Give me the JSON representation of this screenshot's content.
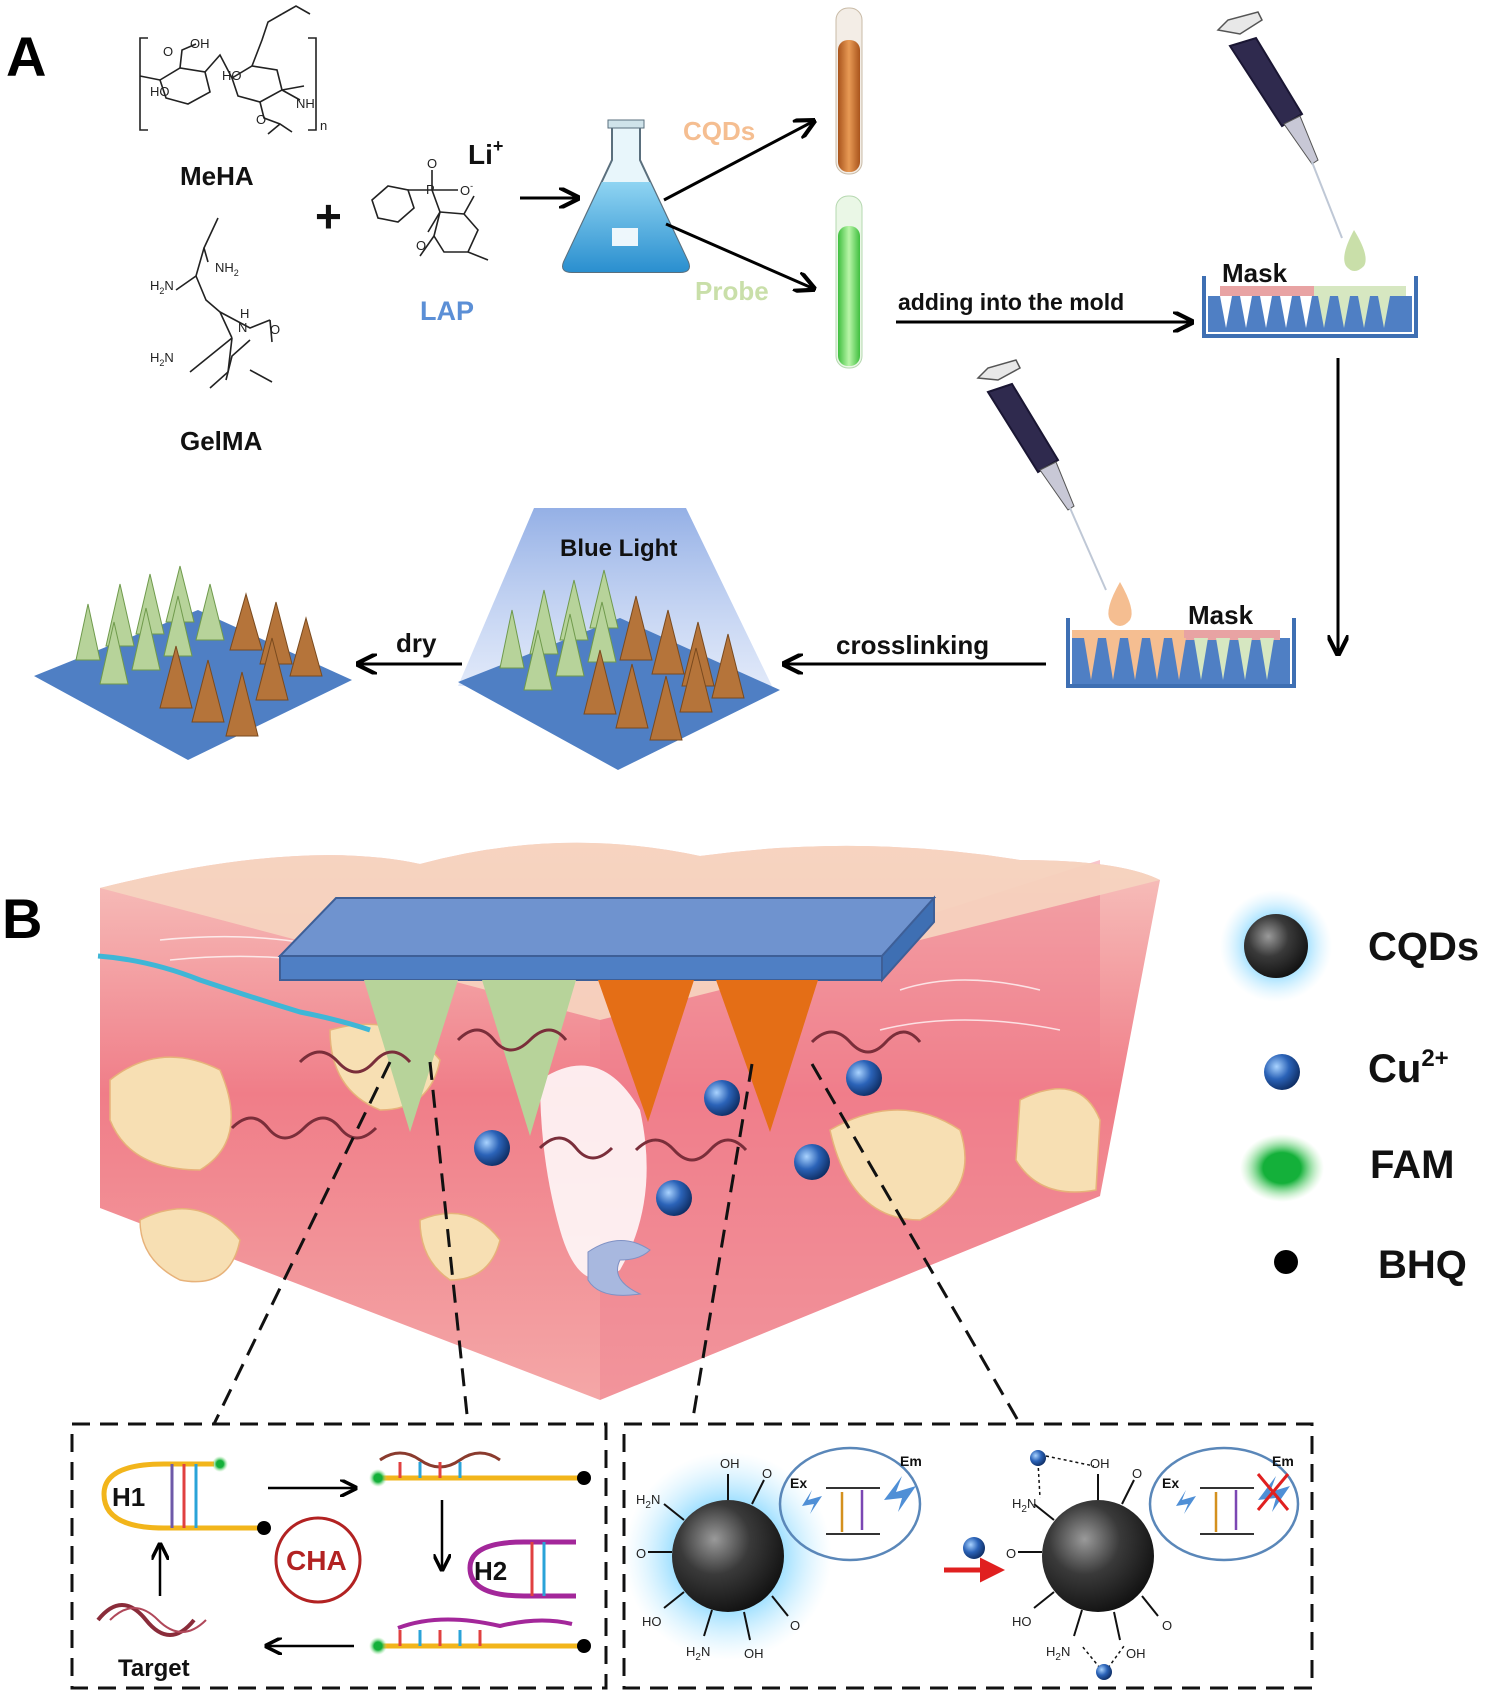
{
  "panels": {
    "a": "A",
    "b": "B"
  },
  "materials": {
    "meha": "MeHA",
    "gelma": "GelMA",
    "lap": "LAP",
    "li": "Li",
    "li_sup": "+",
    "plus": "+",
    "nh2": "NH",
    "nh2_sub": "2",
    "h2n": "H",
    "h2n_sub": "2",
    "h2n_n": "N",
    "oh": "OH",
    "ho": "HO",
    "o": "O",
    "o_minus": "O",
    "minus": "-",
    "p": "P",
    "nh": "NH",
    "h": "H",
    "n": "N",
    "n_sub": "n"
  },
  "flow": {
    "cqds": "CQDs",
    "probe": "Probe",
    "adding": "adding into the mold",
    "mask": "Mask",
    "crosslinking": "crosslinking",
    "blue_light": "Blue Light",
    "dry": "dry"
  },
  "legend": {
    "cqds": "CQDs",
    "cu": "Cu",
    "cu_sup": "2+",
    "fam": "FAM",
    "bhq": "BHQ"
  },
  "mechanism": {
    "h1": "H1",
    "h2": "H2",
    "cha": "CHA",
    "target": "Target",
    "ex": "Ex",
    "em": "Em",
    "oh": "OH",
    "ho": "HO",
    "h2n": "H",
    "h2n_sub": "2",
    "h2n_n": "N",
    "o": "O"
  },
  "colors": {
    "cqd_orange": "#d98a3c",
    "probe_green": "#b7d39a",
    "mold_blue": "#4f7fc4",
    "mask_pink": "#e8a3a3",
    "skin_pink": "#ef7f8e",
    "cha_red": "#b22222"
  }
}
